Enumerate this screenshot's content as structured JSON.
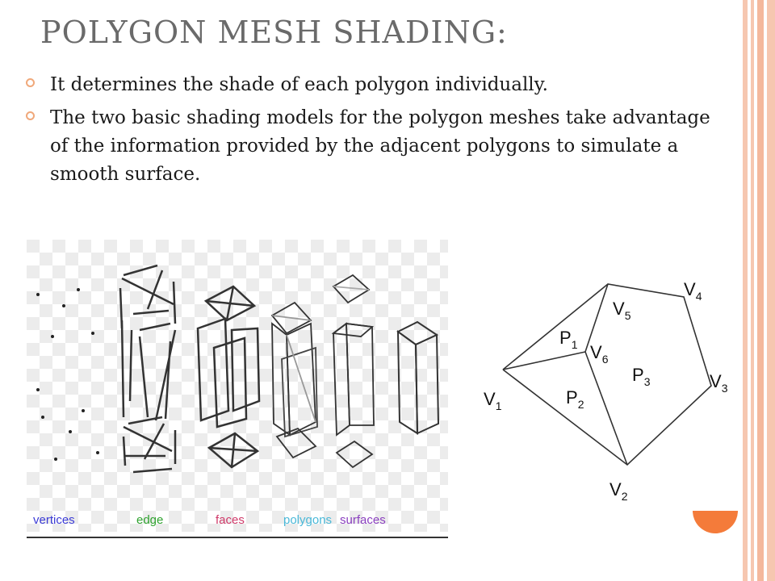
{
  "slide": {
    "title": "POLYGON MESH SHADING:",
    "bullets": [
      "It determines the shade of each polygon individually.",
      "The two basic shading models for the polygon meshes take advantage of the information provided by the adjacent polygons to simulate a smooth surface."
    ]
  },
  "left_figure": {
    "captions": [
      "vertices",
      "edge",
      "faces",
      "polygons",
      "surfaces"
    ],
    "caption_colors": [
      "#3b3bd6",
      "#2fa32f",
      "#d03a6a",
      "#49b8d8",
      "#8a3fbf"
    ]
  },
  "right_figure": {
    "vertices": [
      "V1",
      "V2",
      "V3",
      "V4",
      "V5",
      "V6"
    ],
    "polygons": [
      "P1",
      "P2",
      "P3"
    ]
  },
  "colors": {
    "title": "#6a6a6a",
    "bullet_marker": "#f0a87a",
    "border_stripe": "#f6c7b0",
    "border_stripe_dark": "#f0a98a",
    "orange_accent": "#f47b3a"
  }
}
